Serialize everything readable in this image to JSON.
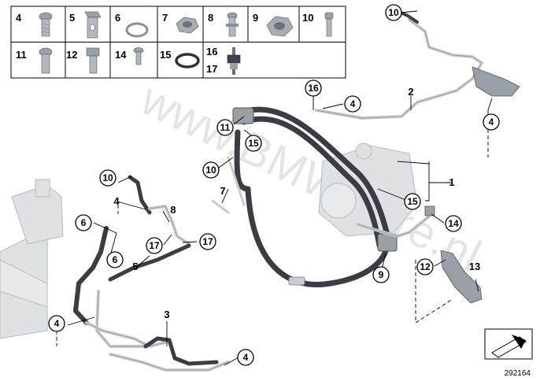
{
  "parts_grid": {
    "row1": [
      "4",
      "5",
      "6",
      "7",
      "8",
      "9",
      "10"
    ],
    "row2": [
      "11",
      "12",
      "14",
      "15",
      "16",
      "17"
    ]
  },
  "callouts": {
    "c10_top": "10",
    "c2": "2",
    "c4_right": "4",
    "c16": "16",
    "c4_upper": "4",
    "c11": "11",
    "c15_upper": "15",
    "c10_mid": "10",
    "c7": "7",
    "c1": "1",
    "c15_right": "15",
    "c14": "14",
    "c10_left": "10",
    "c4_left": "4",
    "c8": "8",
    "c6_upper": "6",
    "c6_lower": "6",
    "c17_left": "17",
    "c17_right": "17",
    "c5": "5",
    "c9": "9",
    "c12": "12",
    "c13": "13",
    "c3": "3",
    "c4_bottom_left": "4",
    "c4_bottom_right": "4"
  },
  "watermark": "www.BMWstore.nl",
  "diagram_ref": "292164",
  "colors": {
    "hose_dark": "#3a3d44",
    "pipe_light": "#c8ccd2",
    "metal": "#9aa0a8",
    "ghost": "#d9dcdf",
    "line": "#000000"
  }
}
